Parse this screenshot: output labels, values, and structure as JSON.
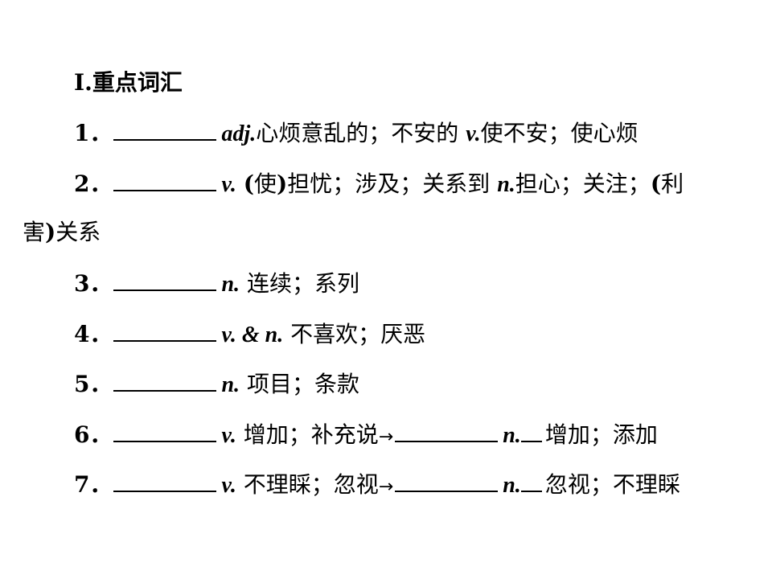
{
  "heading": "Ⅰ.重点词汇",
  "items": [
    {
      "num": "1．",
      "pos": "adj.",
      "def": "心烦意乱的；不安的",
      "pos2": "v.",
      "def2": "使不安；使心烦"
    },
    {
      "num": "2．",
      "pos": "v.",
      "paren_open": "(",
      "def_a": "使",
      "paren_close": ")",
      "def": "担忧；涉及；关系到",
      "pos2": "n.",
      "def2": "担心；关注；",
      "wrap_open": "(",
      "wrap_a": "利",
      "wrap_b": "害",
      "wrap_close": ")",
      "wrap_rest": "关系"
    },
    {
      "num": "3．",
      "pos": "n.",
      "def": "连续；系列"
    },
    {
      "num": "4．",
      "pos": "v. & n.",
      "def": "不喜欢；厌恶"
    },
    {
      "num": "5．",
      "pos": "n.",
      "def": "项目；条款"
    },
    {
      "num": "6．",
      "pos": "v.",
      "def": "增加；补充说",
      "arrow": "→",
      "pos2": "n.",
      "def2": "增加；添加"
    },
    {
      "num": "7．",
      "pos": "v.",
      "def": "不理睬；忽视",
      "arrow": "→",
      "pos2": "n.",
      "def2": "忽视；不理睬"
    }
  ]
}
